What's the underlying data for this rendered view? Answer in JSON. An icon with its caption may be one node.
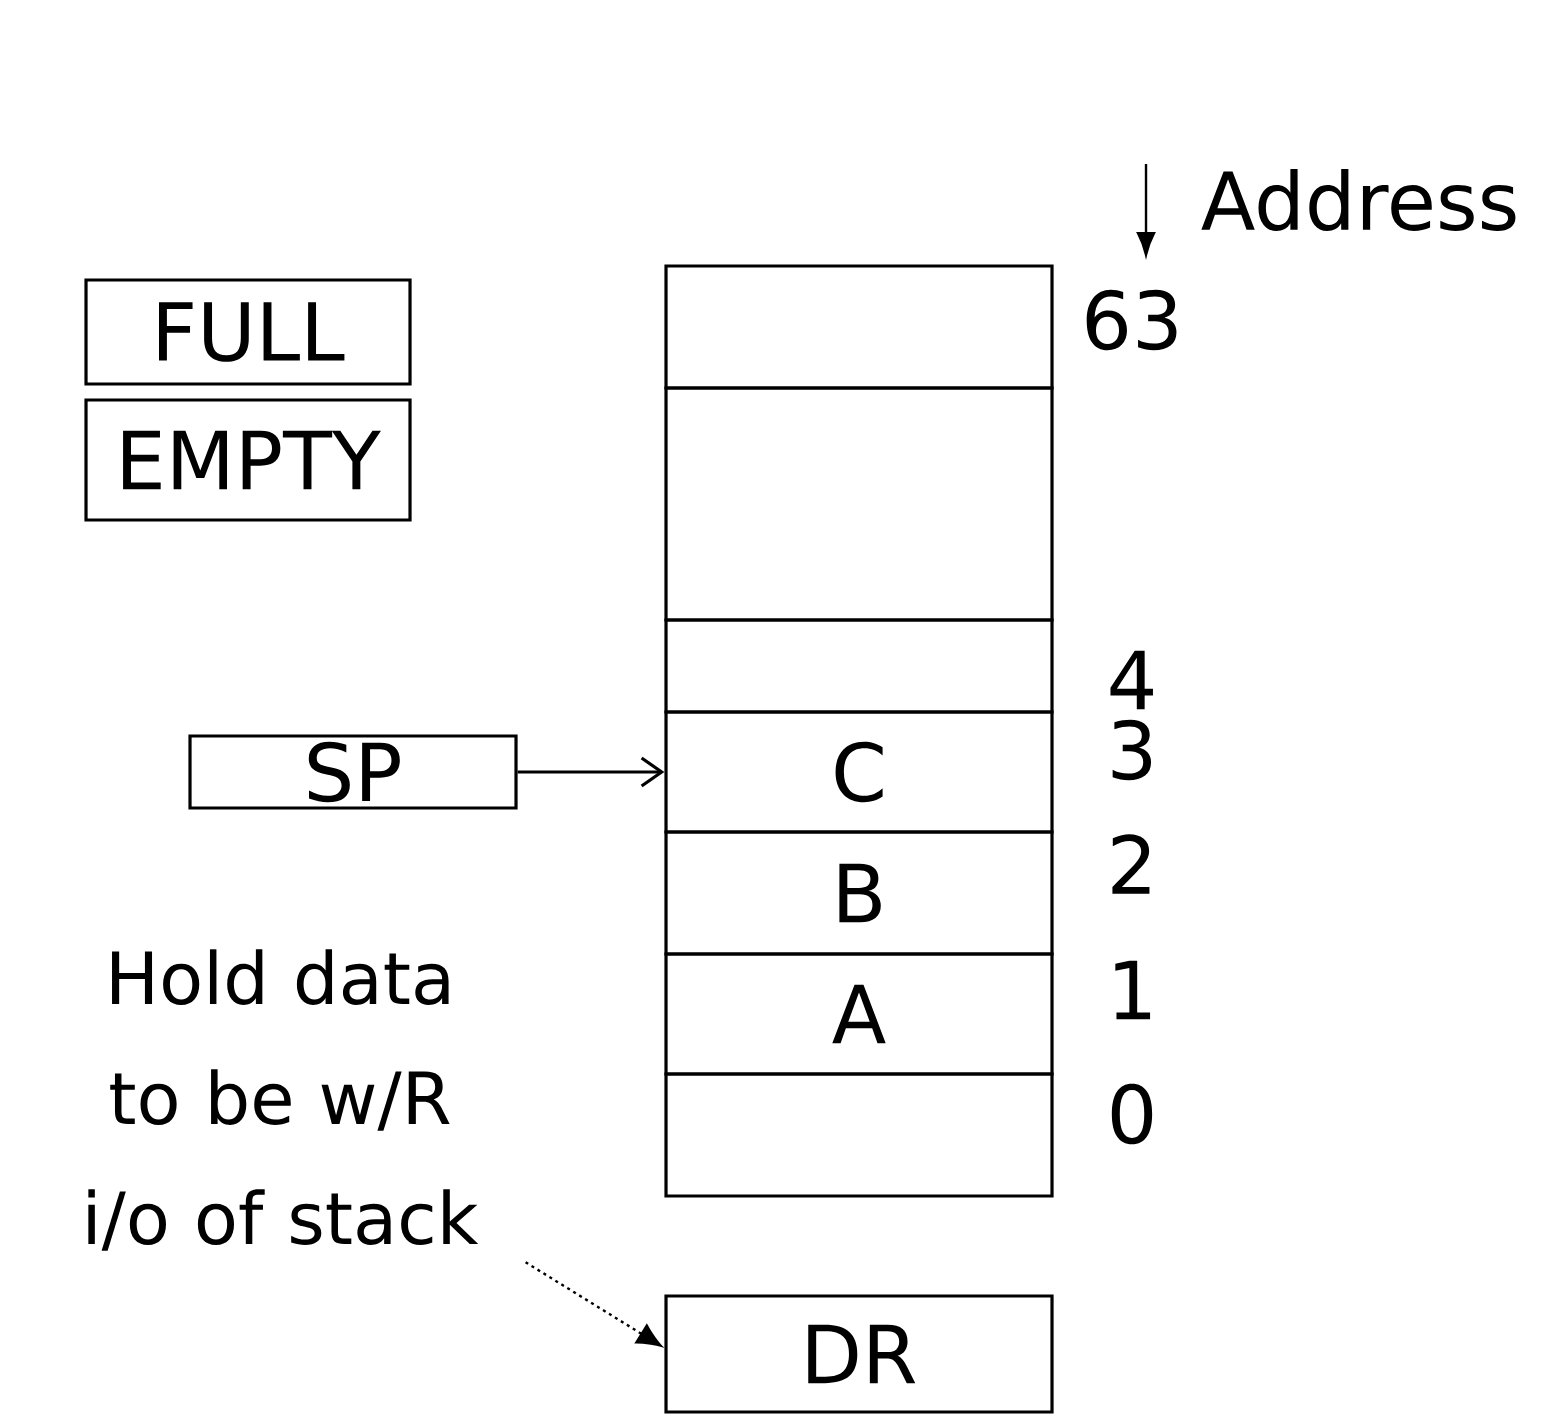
{
  "diagram": {
    "nodes": [
      {
        "text": [
          "FULL"
        ]
      },
      {
        "text": [
          "EMPTY"
        ]
      },
      {
        "text": [],
        "shape": "box"
      },
      {
        "text": [],
        "shape": "box"
      },
      {
        "text": [],
        "shape": "box"
      },
      {
        "text": [
          "C"
        ]
      },
      {
        "text": [
          "B"
        ]
      },
      {
        "text": [
          "A"
        ]
      },
      {
        "text": [],
        "shape": "box"
      },
      {
        "text": [
          "SP"
        ]
      },
      {
        "text": [
          "Hold data to be w/R i/o of stack"
        ]
      },
      {
        "text": [
          "DR"
        ]
      }
    ],
    "edges": [
      {
        "from": 9,
        "to": 5,
        "arrow": "to"
      },
      {
        "from": 10,
        "to": 11,
        "arrow": "to",
        "style": "dashed"
      }
    ],
    "labels": [
      "Address",
      "63",
      "4",
      "3",
      "2",
      "1",
      "0"
    ]
  }
}
